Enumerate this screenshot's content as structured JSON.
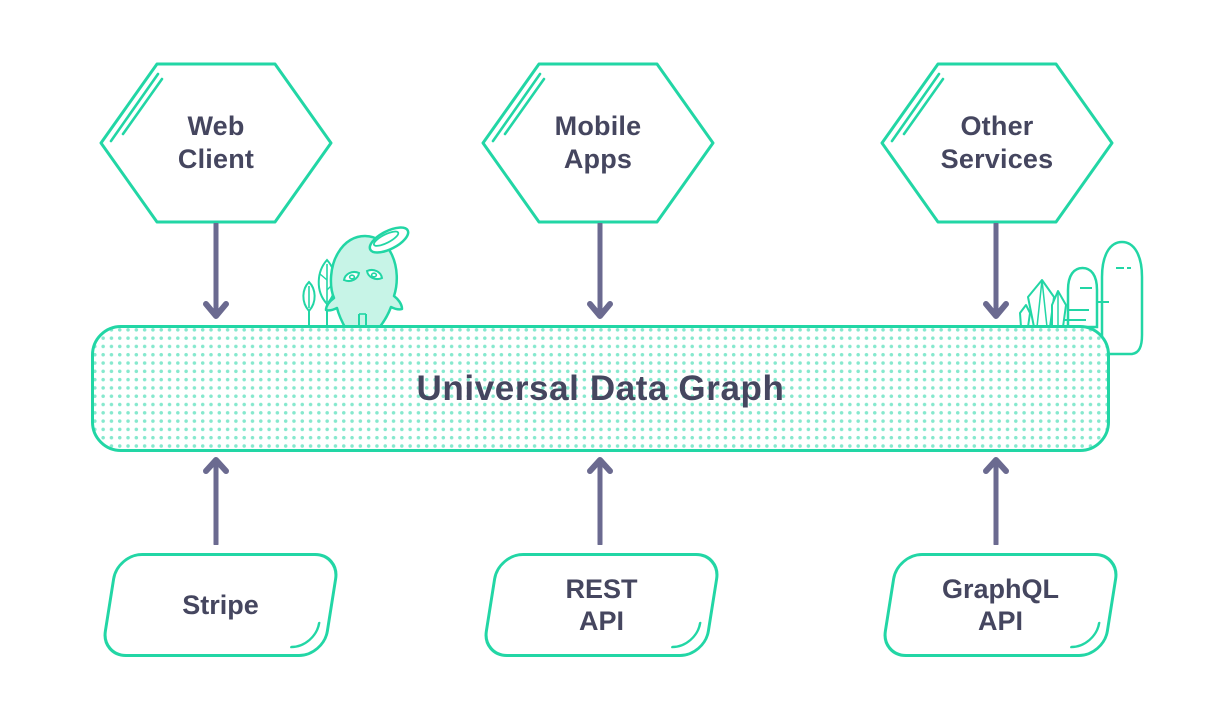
{
  "hub": {
    "label": "Universal Data Graph"
  },
  "clients": [
    {
      "label": "Web\nClient"
    },
    {
      "label": "Mobile\nApps"
    },
    {
      "label": "Other\nServices"
    }
  ],
  "sources": [
    {
      "label": "Stripe"
    },
    {
      "label": "REST\nAPI"
    },
    {
      "label": "GraphQL\nAPI"
    }
  ],
  "decorations": {
    "left": "ghost-mascot-with-halo-and-leaves",
    "right": "crystals-and-hills"
  },
  "colors": {
    "accent_teal": "#22d6a5",
    "ink": "#45465f",
    "arrow_purple": "#6b6a90",
    "mascot_mint": "#c7f4e7",
    "dot_teal": "#69e0c2"
  }
}
